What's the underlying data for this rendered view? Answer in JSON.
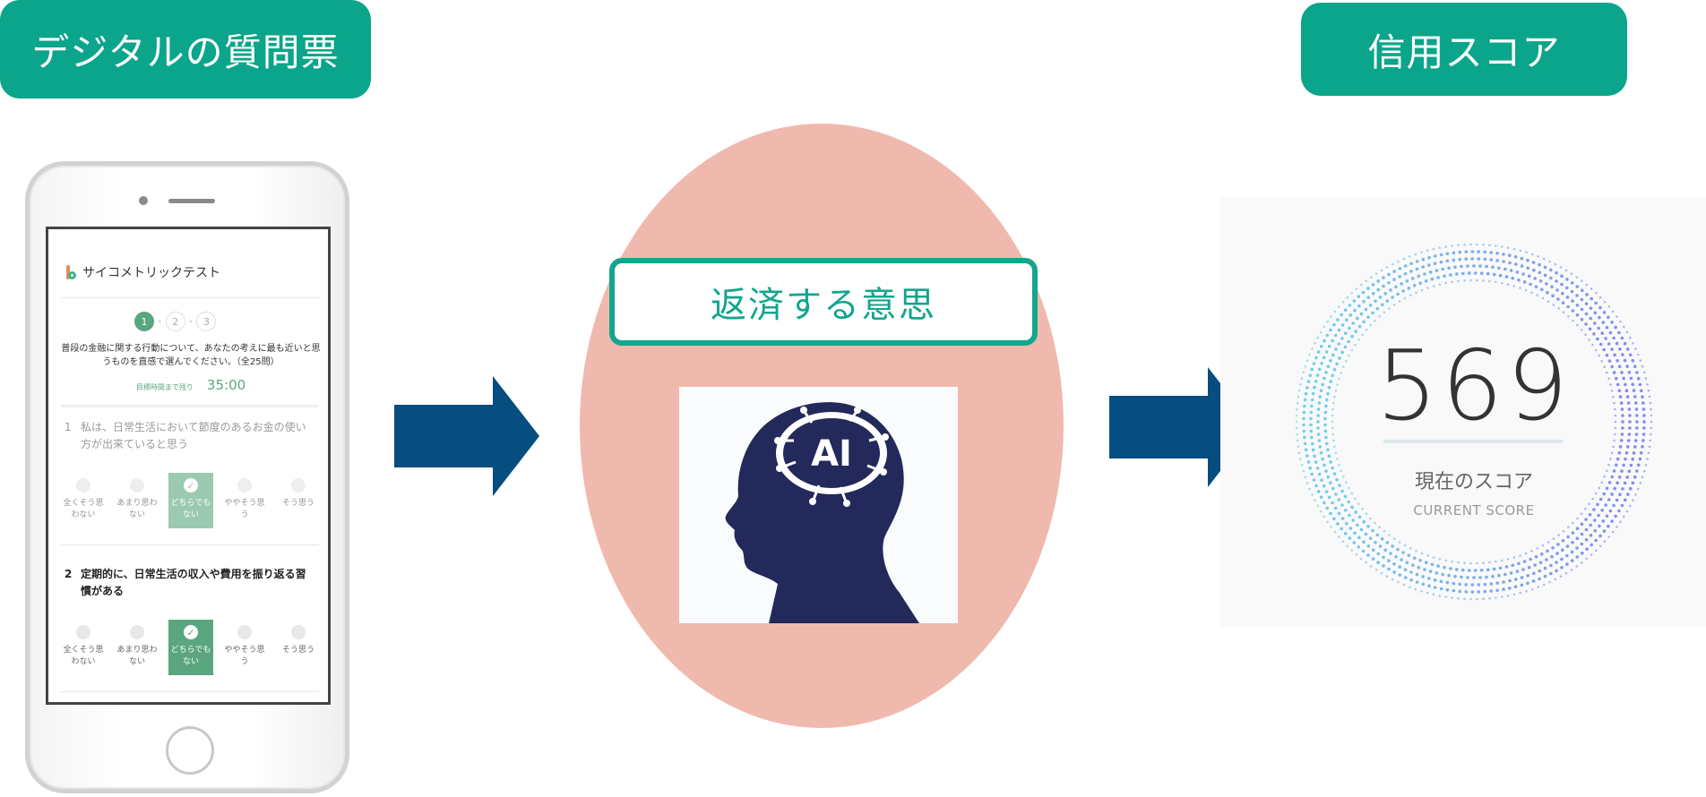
{
  "labels": {
    "left": "デジタルの質問票",
    "right": "信用スコア"
  },
  "intent": "返済する意思",
  "ai_image": {
    "icon": "ai-brain-head-icon",
    "text": "AI"
  },
  "phone": {
    "app_title": "サイコメトリックテスト",
    "steps": [
      "1",
      "2",
      "3"
    ],
    "instructions": "普段の金融に関する行動について、あなたの考えに最も近いと思うものを直感で選んでください。（全25問）",
    "timer_label": "目標時間まで残り",
    "timer_value": "35:00",
    "questions": [
      {
        "number": "1",
        "text": "私は、日常生活において節度のあるお金の使い方が出来ていると思う",
        "options": [
          "全くそう思わない",
          "あまり思わない",
          "どちらでもない",
          "ややそう思う",
          "そう思う"
        ],
        "selected": 2
      },
      {
        "number": "2",
        "text": "定期的に、日常生活の収入や費用を振り返る習慣がある",
        "options": [
          "全くそう思わない",
          "あまり思わない",
          "どちらでもない",
          "ややそう思う",
          "そう思う"
        ],
        "selected": 2
      }
    ]
  },
  "score": {
    "value": "569",
    "label": "現在のスコア",
    "sub_label": "CURRENT SCORE"
  },
  "colors": {
    "accent_green": "#0aa58a",
    "arrow_blue": "#064d80",
    "ellipse_pink": "#f0b9ad",
    "brain_navy": "#23295a",
    "survey_green": "#5aa67f"
  }
}
